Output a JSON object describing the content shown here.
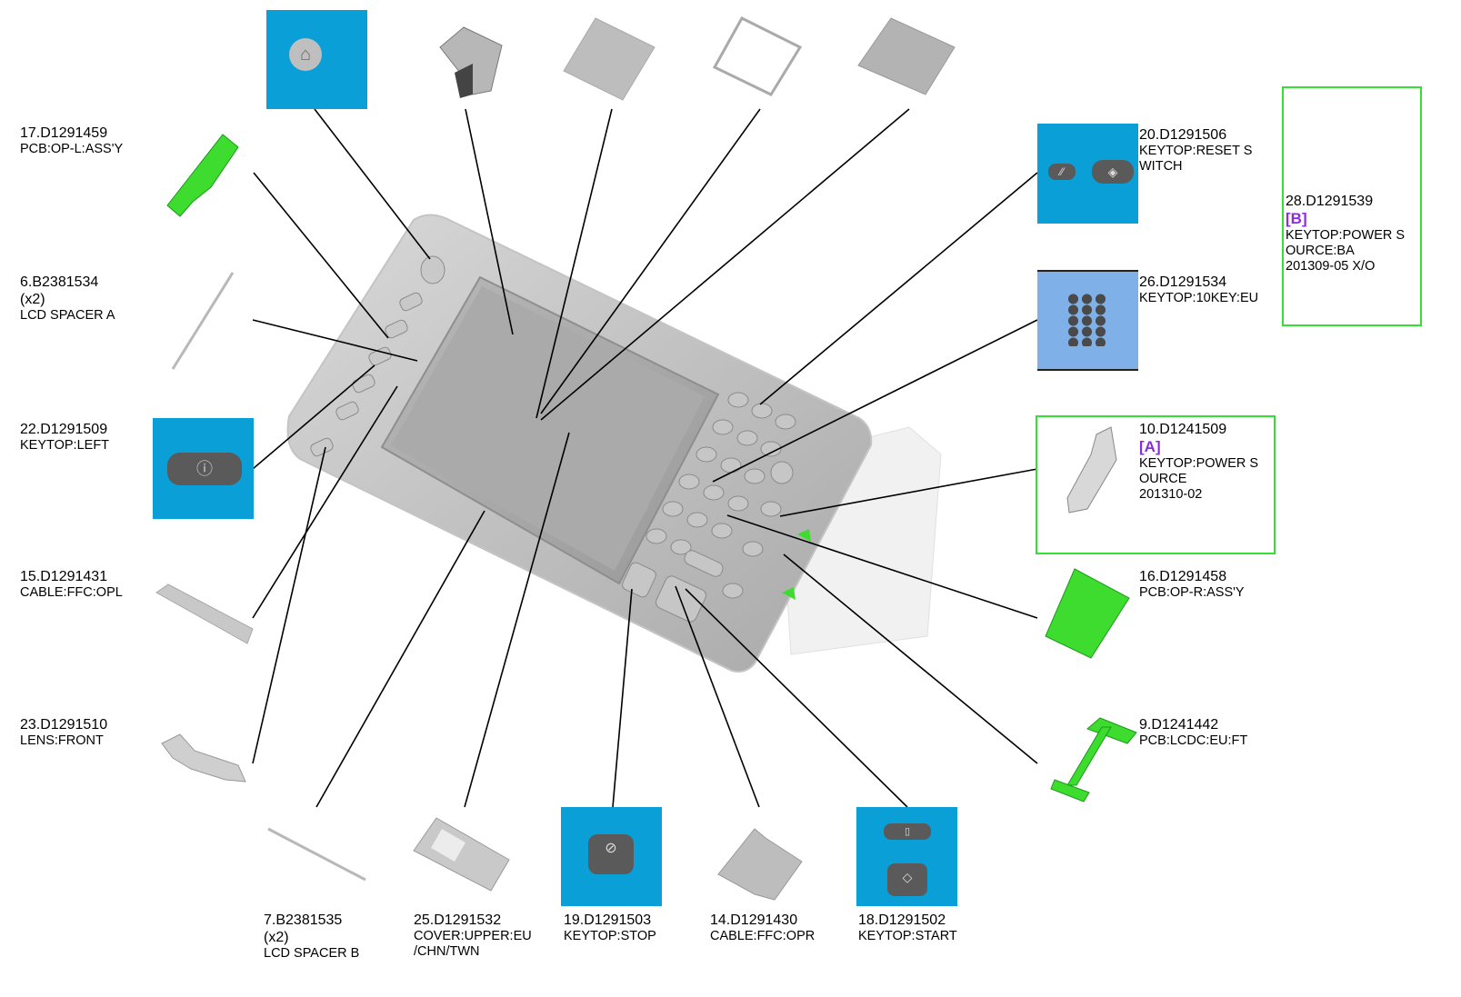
{
  "parts": [
    {
      "id": "p17",
      "number": "17.D1291459",
      "desc": [
        "PCB:OP-L:ASS'Y"
      ]
    },
    {
      "id": "p6",
      "number": "6.B2381534",
      "desc": [
        "(x2)",
        "LCD SPACER A"
      ]
    },
    {
      "id": "p22",
      "number": "22.D1291509",
      "desc": [
        "KEYTOP:LEFT"
      ]
    },
    {
      "id": "p15",
      "number": "15.D1291431",
      "desc": [
        "CABLE:FFC:OPL"
      ]
    },
    {
      "id": "p23",
      "number": "23.D1291510",
      "desc": [
        "LENS:FRONT"
      ]
    },
    {
      "id": "p7",
      "number": "7.B2381535",
      "desc": [
        "(x2)",
        "LCD SPACER B"
      ]
    },
    {
      "id": "p25",
      "number": "25.D1291532",
      "desc": [
        "COVER:UPPER:EU",
        "/CHN/TWN"
      ]
    },
    {
      "id": "p19",
      "number": "19.D1291503",
      "desc": [
        "KEYTOP:STOP"
      ]
    },
    {
      "id": "p14",
      "number": "14.D1291430",
      "desc": [
        "CABLE:FFC:OPR"
      ]
    },
    {
      "id": "p18",
      "number": "18.D1291502",
      "desc": [
        "KEYTOP:START"
      ]
    },
    {
      "id": "p20",
      "number": "20.D1291506",
      "desc": [
        "KEYTOP:RESET S",
        "WITCH"
      ]
    },
    {
      "id": "p26",
      "number": "26.D1291534",
      "desc": [
        "KEYTOP:10KEY:EU"
      ]
    },
    {
      "id": "p10",
      "number": "10.D1241509",
      "tag": "[A]",
      "desc": [
        "KEYTOP:POWER S",
        "OURCE",
        "201310-02"
      ]
    },
    {
      "id": "p16",
      "number": "16.D1291458",
      "desc": [
        "PCB:OP-R:ASS'Y"
      ]
    },
    {
      "id": "p9",
      "number": "9.D1241442",
      "desc": [
        "PCB:LCDC:EU:FT"
      ]
    },
    {
      "id": "p28",
      "number": "28.D1291539",
      "tag": "[B]",
      "desc": [
        "KEYTOP:POWER S",
        "OURCE:BA",
        "201309-05 X/O"
      ]
    }
  ],
  "colors": {
    "accent_blue": "#0a9fd6",
    "pcb_green": "#3ddc2f",
    "tag_purple": "#8a2be2",
    "box_green": "#33e033",
    "keypad_blue": "#7fb0e8"
  },
  "icons": [
    "home-icon",
    "reset-icon",
    "start-icon",
    "stop-icon",
    "info-icon",
    "keypad-icon"
  ]
}
